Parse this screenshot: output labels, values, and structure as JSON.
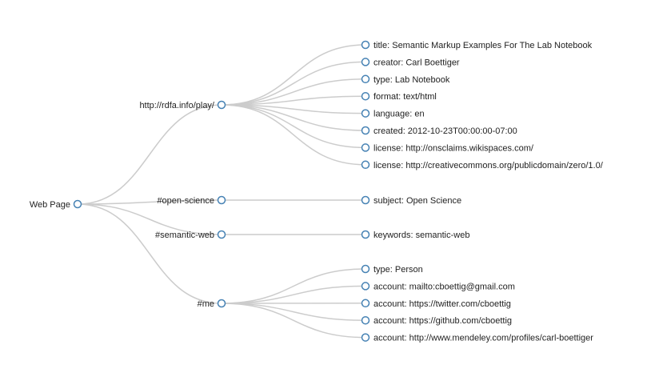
{
  "tree": {
    "root": {
      "label": "Web Page"
    },
    "branches": [
      {
        "label": "http://rdfa.info/play/",
        "leaves": [
          "title: Semantic Markup Examples For The Lab Notebook",
          "creator: Carl Boettiger",
          "type: Lab Notebook",
          "format: text/html",
          "language: en",
          "created: 2012-10-23T00:00:00-07:00",
          "license: http://onsclaims.wikispaces.com/",
          "license: http://creativecommons.org/publicdomain/zero/1.0/"
        ]
      },
      {
        "label": "#open-science",
        "leaves": [
          "subject: Open Science"
        ]
      },
      {
        "label": "#semantic-web",
        "leaves": [
          "keywords: semantic-web"
        ]
      },
      {
        "label": "#me",
        "leaves": [
          "type: Person",
          "account: mailto:cboettig@gmail.com",
          "account: https://twitter.com/cboettig",
          "account: https://github.com/cboettig",
          "account: http://www.mendeley.com/profiles/carl-boettiger"
        ]
      }
    ]
  },
  "colors": {
    "link": "#cccccc",
    "node_stroke": "#4682b4",
    "node_fill": "#ffffff",
    "text": "#222222"
  }
}
